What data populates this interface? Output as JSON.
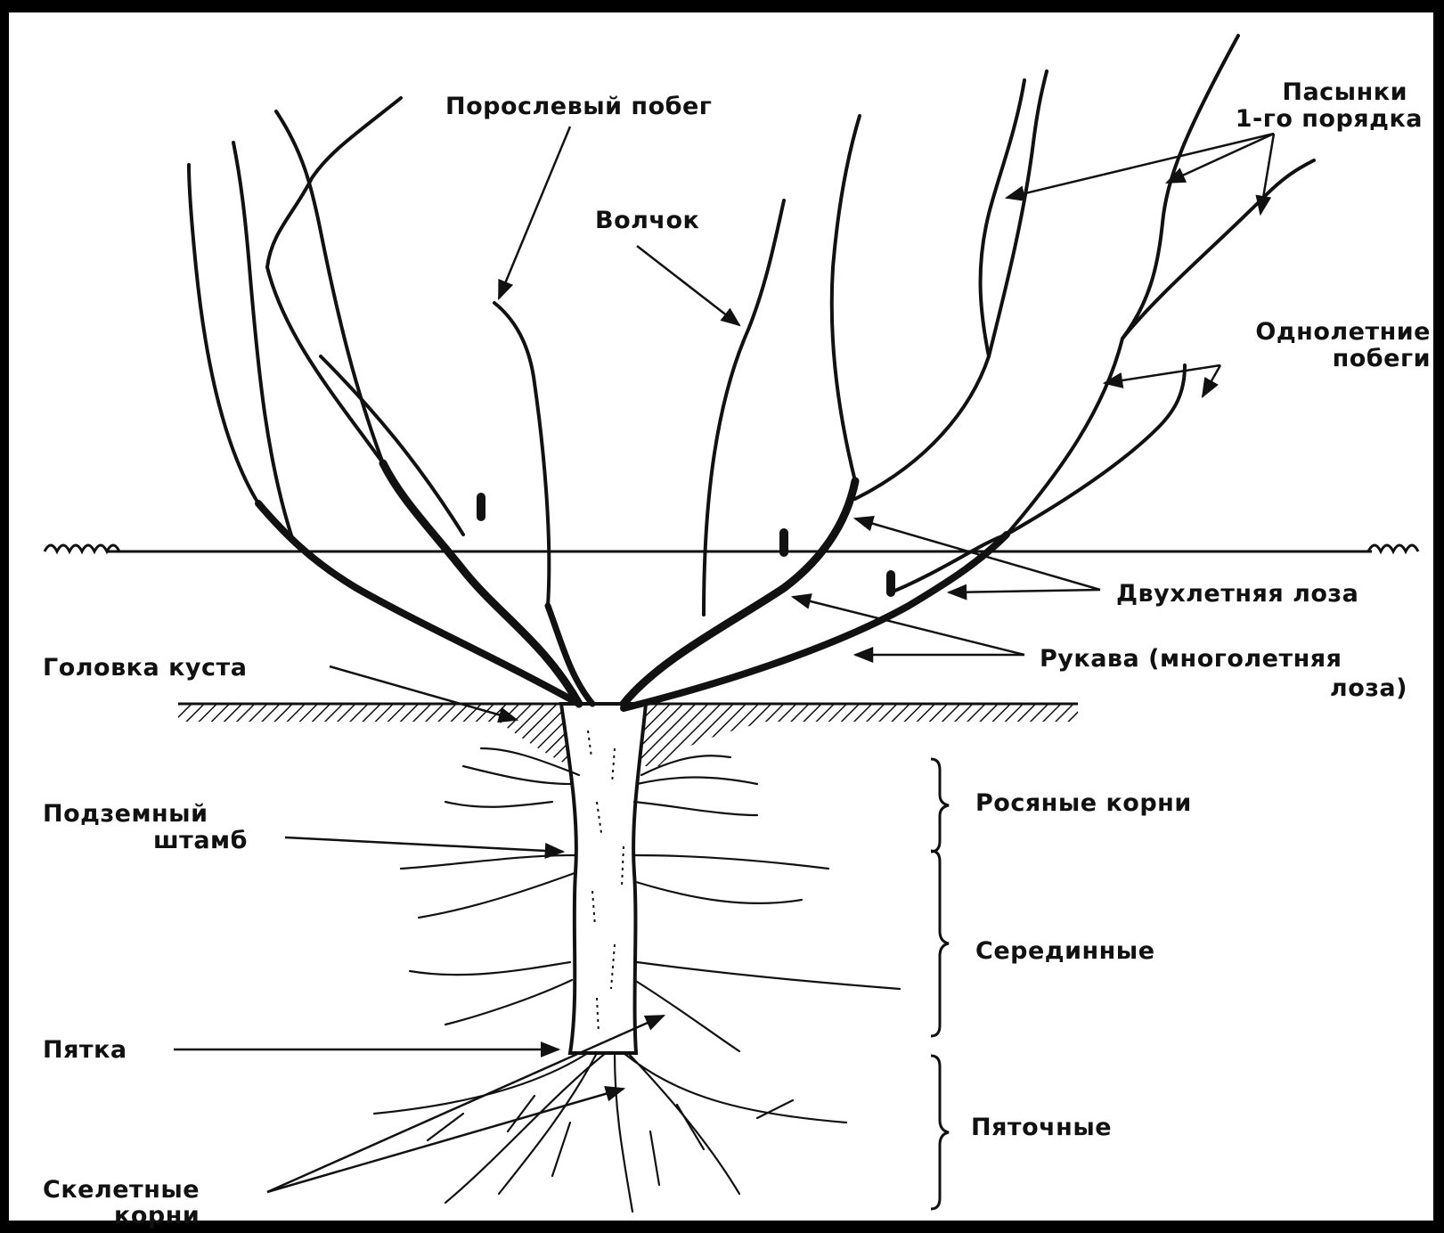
{
  "labels": {
    "porosleviy": "Порослевый побег",
    "volchok": "Волчок",
    "pasynki_1": "Пасынки",
    "pasynki_2": "1-го порядка",
    "odnoletnie_1": "Однолетние",
    "odnoletnie_2": "побеги",
    "dvuhletnyaya": "Двухлетняя лоза",
    "rukava_1": "Рукава (многолетняя",
    "rukava_2": "лоза)",
    "golovka": "Головка куста",
    "rosyanye": "Росяные корни",
    "podzemny_1": "Подземный",
    "podzemny_2": "штамб",
    "seredinnye": "Серединные",
    "pyatka": "Пятка",
    "pyatochnye": "Пяточные",
    "skeletnye_1": "Скелетные",
    "skeletnye_2": "корни"
  },
  "colors": {
    "ink": "#111111",
    "paper": "#ffffff"
  }
}
